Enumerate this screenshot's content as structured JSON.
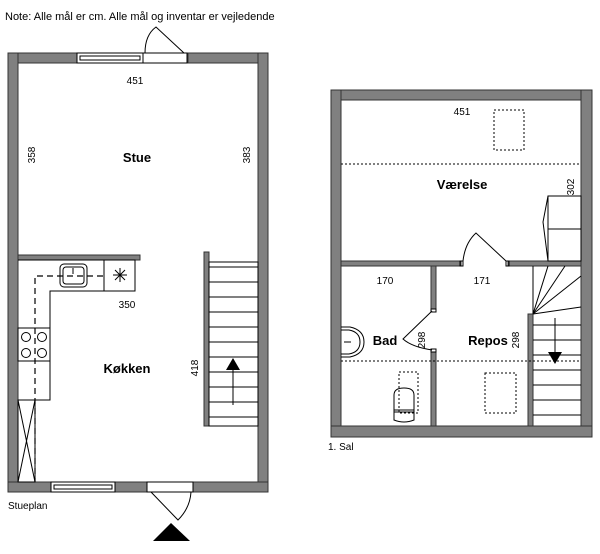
{
  "note": "Note: Alle mål er cm. Alle mål og inventar er vejledende",
  "ground_floor": {
    "caption": "Stueplan",
    "rooms": {
      "living": "Stue",
      "kitchen": "Køkken"
    },
    "dimensions": {
      "top_width": "451",
      "left_height": "358",
      "right_height": "383",
      "kitchen_width": "350",
      "kitchen_height": "418"
    }
  },
  "first_floor": {
    "caption": "1. Sal",
    "rooms": {
      "bedroom": "Værelse",
      "bath": "Bad",
      "landing": "Repos"
    },
    "dimensions": {
      "top_width": "451",
      "bedroom_height": "302",
      "bath_width": "170",
      "landing_width": "171",
      "bath_height": "298",
      "landing_height": "298"
    }
  }
}
